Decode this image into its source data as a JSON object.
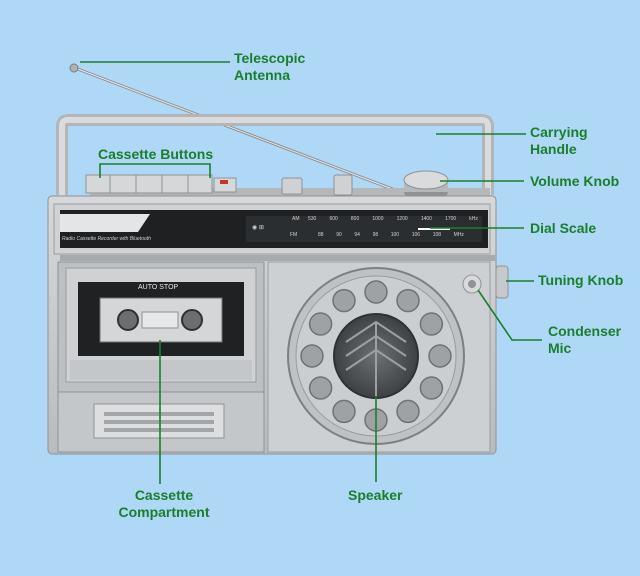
{
  "colors": {
    "background": "#aed8f6",
    "label": "#1a7f2c",
    "leader": "#1a7f2c",
    "body": "#c9cbcd",
    "body_dark": "#9ea1a4",
    "panel": "#1e2022"
  },
  "labels": {
    "telescopic_antenna": [
      "Telescopic",
      "Antenna"
    ],
    "carrying_handle": [
      "Carrying",
      "Handle"
    ],
    "cassette_buttons": "Cassette Buttons",
    "volume_knob": "Volume Knob",
    "dial_scale": "Dial Scale",
    "tuning_knob": "Tuning Knob",
    "condenser_mic": [
      "Condenser",
      "Mic"
    ],
    "cassette_compartment": [
      "Cassette",
      "Compartment"
    ],
    "speaker": "Speaker"
  },
  "device_text": {
    "brand_line": "Radio Cassette Recorder with Bluetooth",
    "auto_stop": "AUTO STOP",
    "band_am": "AM",
    "band_fm": "FM",
    "am_scale": [
      "530",
      "600",
      "800",
      "1000",
      "1200",
      "1400",
      "1700",
      "kHz"
    ],
    "fm_scale": [
      "88",
      "90",
      "94",
      "98",
      "100",
      "106",
      "108",
      "MHz"
    ],
    "selector": "◉ ⊞"
  }
}
